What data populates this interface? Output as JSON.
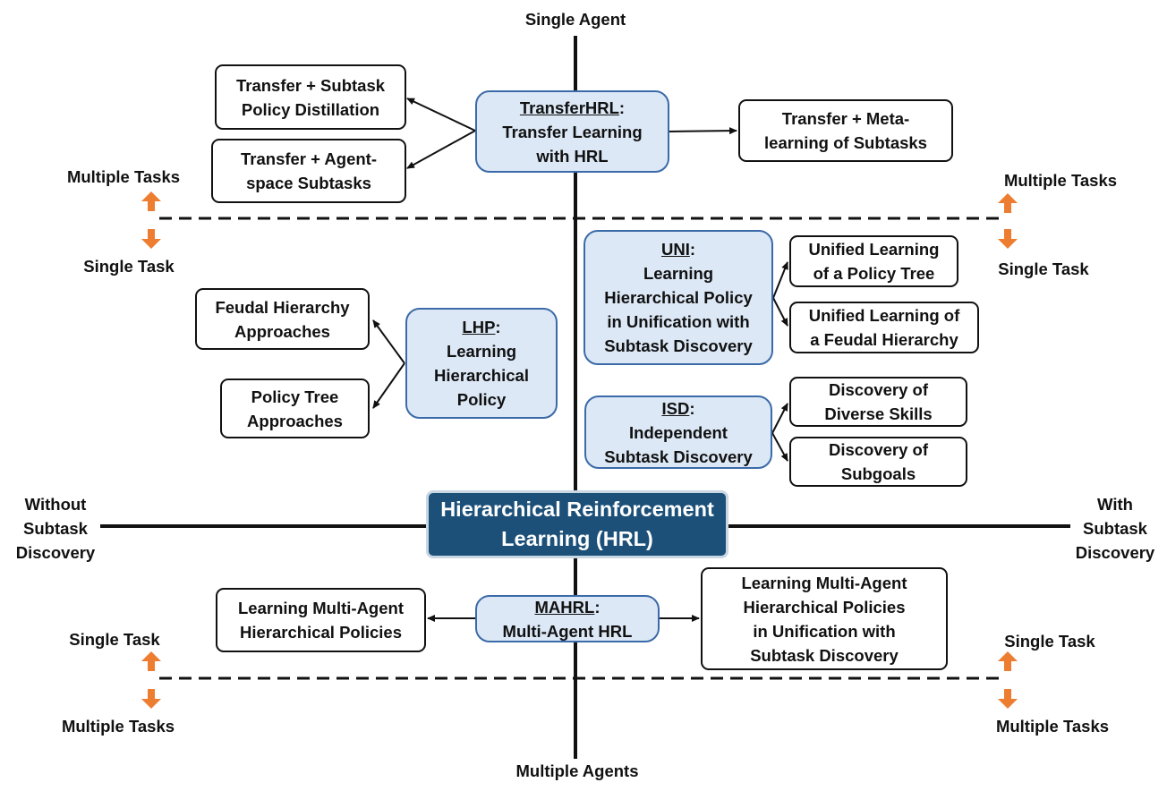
{
  "colors": {
    "group_fill": "#dce8f6",
    "group_border": "#3b6aa8",
    "center_fill": "#1c5079",
    "task_arrow": "#ed7d31",
    "line": "#111111"
  },
  "axes": {
    "top": "Single Agent",
    "bottom": "Multiple Agents",
    "left": [
      "Without",
      "Subtask",
      "Discovery"
    ],
    "right": [
      "With",
      "Subtask",
      "Discovery"
    ]
  },
  "center": {
    "line1": "Hierarchical Reinforcement",
    "line2": "Learning (HRL)"
  },
  "task_labels": {
    "upper_left_up": "Multiple Tasks",
    "upper_left_down": "Single Task",
    "upper_right_up": "Multiple Tasks",
    "upper_right_down": "Single Task",
    "lower_left_up": "Single Task",
    "lower_left_down": "Multiple Tasks",
    "lower_right_up": "Single Task",
    "lower_right_down": "Multiple Tasks"
  },
  "groups": {
    "transferhrl": {
      "tag": "TransferHRL",
      "lines": [
        "Transfer Learning",
        "with HRL"
      ]
    },
    "uni": {
      "tag": "UNI",
      "lines": [
        "Learning",
        "Hierarchical Policy",
        "in Unification with",
        "Subtask Discovery"
      ]
    },
    "lhp": {
      "tag": "LHP",
      "lines": [
        "Learning",
        "Hierarchical",
        "Policy"
      ]
    },
    "isd": {
      "tag": "ISD",
      "lines": [
        "Independent",
        "Subtask Discovery"
      ]
    },
    "mahrl": {
      "tag": "MAHRL",
      "lines": [
        "Multi-Agent HRL"
      ]
    }
  },
  "leaves": {
    "subtask_distillation": [
      "Transfer + Subtask",
      "Policy Distillation"
    ],
    "agent_space": [
      "Transfer + Agent-",
      "space Subtasks"
    ],
    "meta_learning": [
      "Transfer + Meta-",
      "learning of Subtasks"
    ],
    "feudal": [
      "Feudal Hierarchy",
      "Approaches"
    ],
    "policy_tree": [
      "Policy Tree",
      "Approaches"
    ],
    "unified_tree": [
      "Unified Learning",
      "of a Policy Tree"
    ],
    "unified_feudal": [
      "Unified Learning of",
      "a Feudal Hierarchy"
    ],
    "diverse_skills": [
      "Discovery of",
      "Diverse Skills"
    ],
    "subgoals": [
      "Discovery of",
      "Subgoals"
    ],
    "ma_policies": [
      "Learning Multi-Agent",
      "Hierarchical Policies"
    ],
    "ma_unification": [
      "Learning Multi-Agent",
      "Hierarchical Policies",
      "in Unification with",
      "Subtask Discovery"
    ]
  }
}
